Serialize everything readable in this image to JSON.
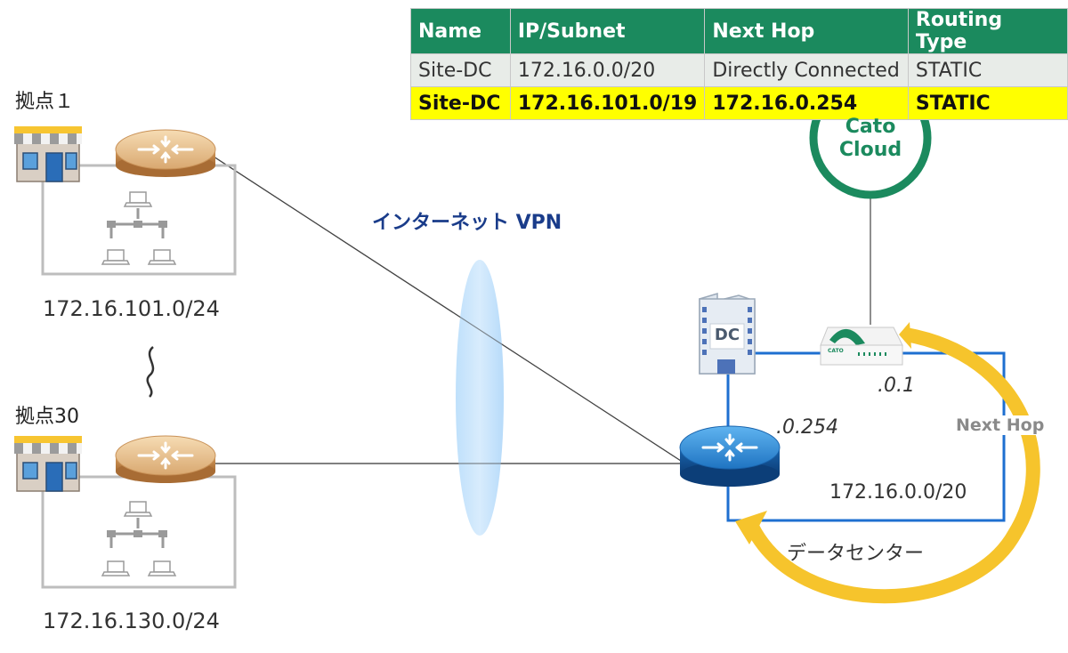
{
  "route_table": {
    "headers": [
      "Name",
      "IP/Subnet",
      "Next Hop",
      "Routing Type"
    ],
    "rows": [
      {
        "name": "Site-DC",
        "subnet": "172.16.0.0/20",
        "next_hop": "Directly Connected",
        "type": "STATIC",
        "highlight": false
      },
      {
        "name": "Site-DC",
        "subnet": "172.16.101.0/19",
        "next_hop": "172.16.0.254",
        "type": "STATIC",
        "highlight": true
      }
    ],
    "header_color": "#1b8a5e",
    "highlight_color": "#ffff00"
  },
  "site1": {
    "label": "拠点１",
    "subnet": "172.16.101.0/24"
  },
  "site30": {
    "label": "拠点30",
    "subnet": "172.16.130.0/24"
  },
  "ellipsis": "~",
  "vpn_label": "インターネット VPN",
  "cato_cloud": {
    "line1": "Cato",
    "line2": "Cloud",
    "color": "#1b8a5e"
  },
  "dc": {
    "badge": "DC",
    "socket_ip": ".0.1",
    "router_ip": ".0.254",
    "subnet": "172.16.0.0/20",
    "name": "データセンター",
    "next_hop_label": "Next Hop",
    "socket_brand": "CATO",
    "lan_color": "#1e6fd0",
    "arrow_color": "#f6c42c"
  }
}
